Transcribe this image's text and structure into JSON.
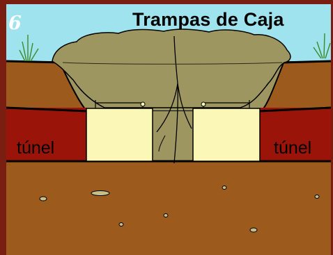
{
  "diagram": {
    "panel_number": "6",
    "title": "Trampas de Caja",
    "labels": {
      "tunnel_left": "túnel",
      "tunnel_right": "túnel"
    }
  },
  "colors": {
    "frame": "#7a1e12",
    "sky": "#9fe3ef",
    "soil": "#9c5a1c",
    "tunnel": "#9b1409",
    "mound": "#9e9660",
    "box": "#fbf7b6",
    "pebble": "#c7bf8a"
  },
  "icons": [
    "grass-tuft-left-icon",
    "grass-tuft-right-icon",
    "trigger-rod-left-icon",
    "trigger-rod-right-icon"
  ]
}
